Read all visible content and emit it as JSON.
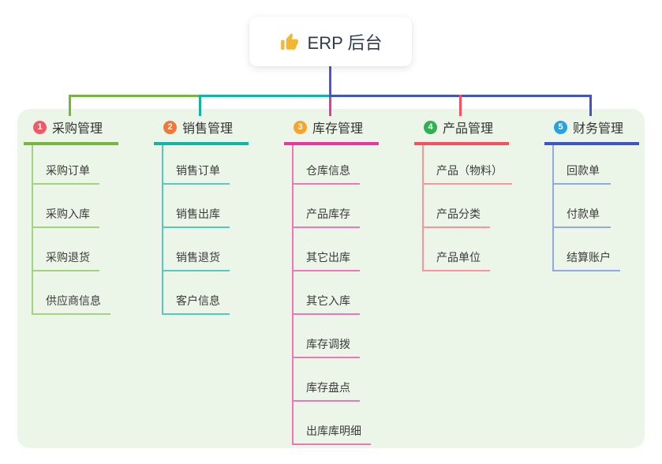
{
  "root": {
    "label": "ERP 后台",
    "icon": "thumbs-up-icon"
  },
  "palette": {
    "panel": "#ecf6e8",
    "root_line": "#5058cf",
    "bus_green": "#76b53f",
    "bus_teal": "#12b5a5",
    "bus_blue": "#3f55c5"
  },
  "branches": [
    {
      "num": "1",
      "label": "采购管理",
      "badge_color": "#ee5a68",
      "line_color": "#76b53f",
      "child_line_color": "#a2d37e",
      "children": [
        "采购订单",
        "采购入库",
        "采购退货",
        "供应商信息"
      ]
    },
    {
      "num": "2",
      "label": "销售管理",
      "badge_color": "#f0793a",
      "line_color": "#12b5a5",
      "child_line_color": "#55cabc",
      "children": [
        "销售订单",
        "销售出库",
        "销售退货",
        "客户信息"
      ]
    },
    {
      "num": "3",
      "label": "库存管理",
      "badge_color": "#f7a42c",
      "line_color": "#e8379f",
      "child_line_color": "#f075bd",
      "children": [
        "仓库信息",
        "产品库存",
        "其它出库",
        "其它入库",
        "库存调拨",
        "库存盘点",
        "出库库明细"
      ]
    },
    {
      "num": "4",
      "label": "产品管理",
      "badge_color": "#2eb150",
      "line_color": "#f5505f",
      "child_line_color": "#f8949b",
      "children": [
        "产品（物料）",
        "产品分类",
        "产品单位"
      ]
    },
    {
      "num": "5",
      "label": "财务管理",
      "badge_color": "#27a2e0",
      "line_color": "#3f55c5",
      "child_line_color": "#92a8e2",
      "children": [
        "回款单",
        "付款单",
        "结算账户"
      ]
    }
  ]
}
